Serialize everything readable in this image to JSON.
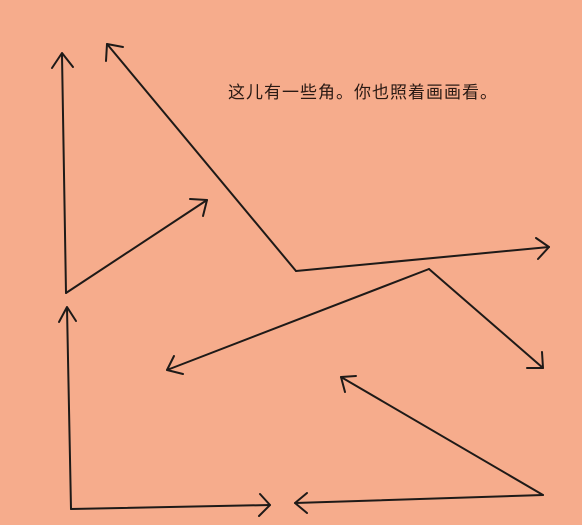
{
  "background_color": "#F6AC8C",
  "line_color": "#1E1A18",
  "instruction_text": "这儿有一些角。你也照着画画看。",
  "angles": [
    {
      "name": "angle-top-left"
    },
    {
      "name": "angle-large-v"
    },
    {
      "name": "angle-right"
    },
    {
      "name": "angle-bottom-left"
    },
    {
      "name": "angle-bottom-right"
    }
  ]
}
